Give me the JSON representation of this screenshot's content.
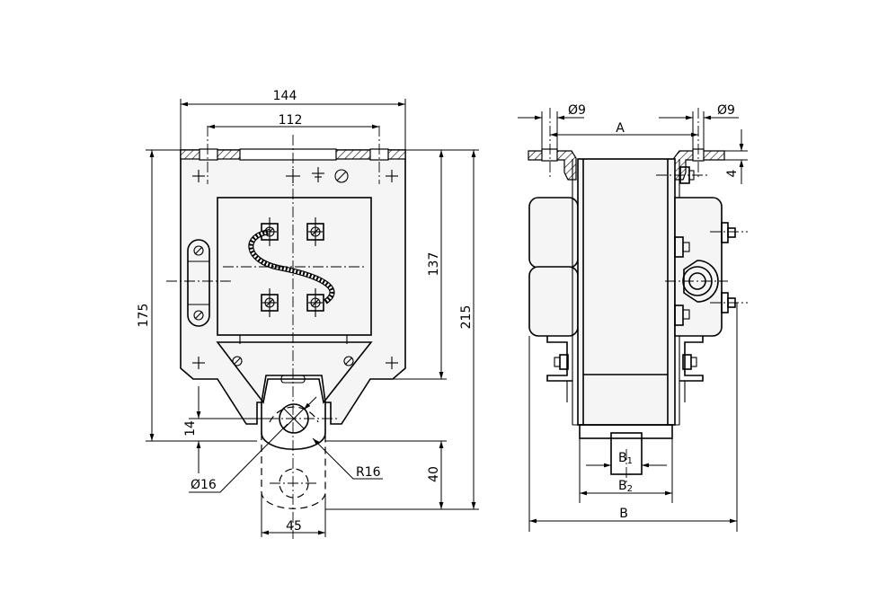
{
  "front_view": {
    "dim_width_outer": "144",
    "dim_width_holes": "112",
    "dim_height_total": "175",
    "dim_height_mount": "137",
    "dim_height_overall": "215",
    "dim_axis_offset": "14",
    "dim_shaft_diameter": "Ø16",
    "dim_radius": "R16",
    "dim_projection": "40",
    "dim_boss_width": "45"
  },
  "side_view": {
    "dim_hole_left": "Ø9",
    "dim_hole_right": "Ø9",
    "dim_a": "A",
    "dim_flange_thickness": "4",
    "dim_b1_base": "B",
    "dim_b1_sub": "1",
    "dim_b2_base": "B",
    "dim_b2_sub": "2",
    "dim_b": "B"
  }
}
